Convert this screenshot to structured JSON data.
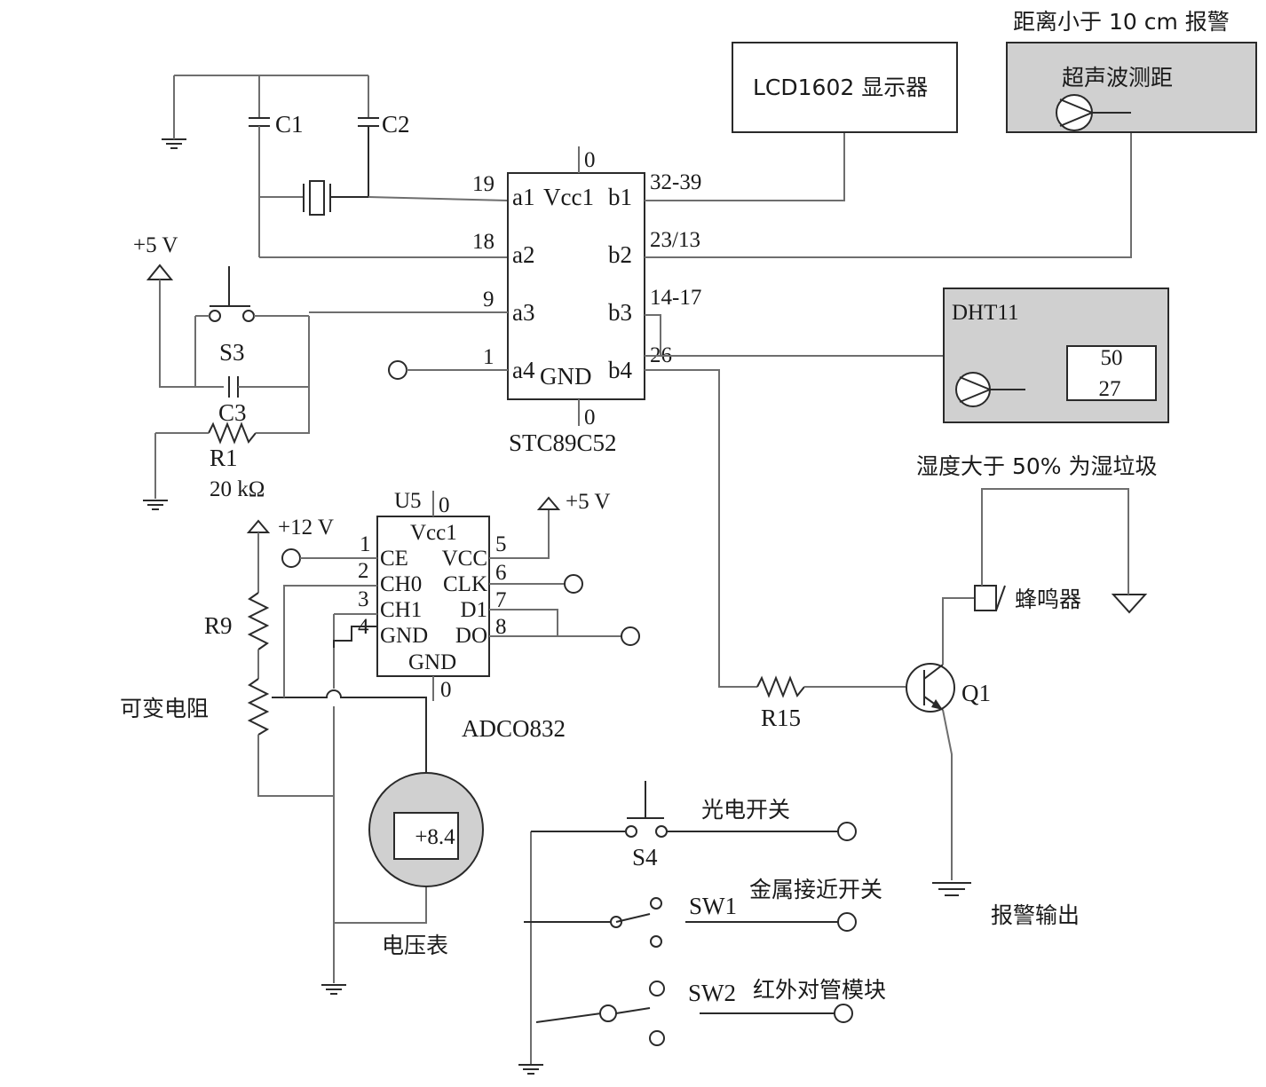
{
  "mcu": {
    "name": "STC89C52",
    "vcc": "Vcc1",
    "gnd": "GND",
    "top_pin": "0",
    "bottom_pin": "0",
    "pins_left": [
      {
        "label": "a1",
        "num": "19"
      },
      {
        "label": "a2",
        "num": "18"
      },
      {
        "label": "a3",
        "num": "9"
      },
      {
        "label": "a4",
        "num": "1"
      }
    ],
    "pins_right": [
      {
        "label": "b1",
        "num": "32-39"
      },
      {
        "label": "b2",
        "num": "23/13"
      },
      {
        "label": "b3",
        "num": "14-17"
      },
      {
        "label": "b4",
        "num": "26"
      }
    ]
  },
  "lcd": {
    "label": "LCD1602 显示器"
  },
  "ultrasonic": {
    "title": "超声波测距",
    "note": "距离小于 10 cm 报警"
  },
  "dht11": {
    "label": "DHT11",
    "values": [
      "50",
      "27"
    ],
    "note": "湿度大于 50% 为湿垃圾"
  },
  "caps": {
    "c1": "C1",
    "c2": "C2",
    "c3": "C3"
  },
  "reset": {
    "switch": "S3",
    "supply": "+5 V",
    "resistor": "R1",
    "resistor_value": "20 kΩ"
  },
  "adc": {
    "name": "ADCO832",
    "ref": "U5",
    "top_pin": "0",
    "bottom_pin": "0",
    "vcc": "Vcc1",
    "gnd": "GND",
    "supply": "+5 V",
    "pins_left": [
      {
        "label": "CE",
        "num": "1"
      },
      {
        "label": "CH0",
        "num": "2"
      },
      {
        "label": "CH1",
        "num": "3"
      },
      {
        "label": "GND",
        "num": "4"
      }
    ],
    "pins_right": [
      {
        "label": "VCC",
        "num": "5"
      },
      {
        "label": "CLK",
        "num": "6"
      },
      {
        "label": "D1",
        "num": "7"
      },
      {
        "label": "DO",
        "num": "8"
      }
    ]
  },
  "divider": {
    "supply": "+12 V",
    "r9": "R9",
    "pot": "可变电阻"
  },
  "voltmeter": {
    "reading": "+8.4",
    "label": "电压表"
  },
  "alarm": {
    "buzzer": "蜂鸣器",
    "transistor": "Q1",
    "resistor": "R15",
    "output": "报警输出"
  },
  "switches": [
    {
      "id": "S4",
      "label": "光电开关"
    },
    {
      "id": "SW1",
      "label": "金属接近开关"
    },
    {
      "id": "SW2",
      "label": "红外对管模块"
    }
  ]
}
